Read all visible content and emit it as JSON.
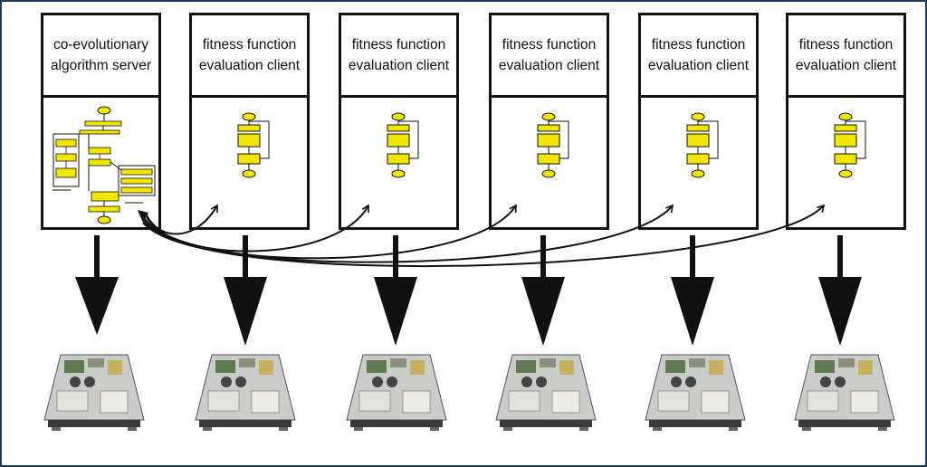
{
  "nodes": [
    {
      "id": "server",
      "title": "co-evolutionary algorithm server"
    },
    {
      "id": "client-1",
      "title": "fitness function evaluation client"
    },
    {
      "id": "client-2",
      "title": "fitness function evaluation client"
    },
    {
      "id": "client-3",
      "title": "fitness function evaluation client"
    },
    {
      "id": "client-4",
      "title": "fitness function evaluation client"
    },
    {
      "id": "client-5",
      "title": "fitness function evaluation client"
    }
  ],
  "colors": {
    "border": "#111111",
    "flowchart_fill": "#f2e600",
    "frame": "#1e3a5f",
    "arrow": "#111111"
  },
  "icons": {
    "server_flowchart": "flowchart-icon",
    "client_flowchart": "flowchart-icon",
    "hardware": "server-hardware-icon"
  }
}
